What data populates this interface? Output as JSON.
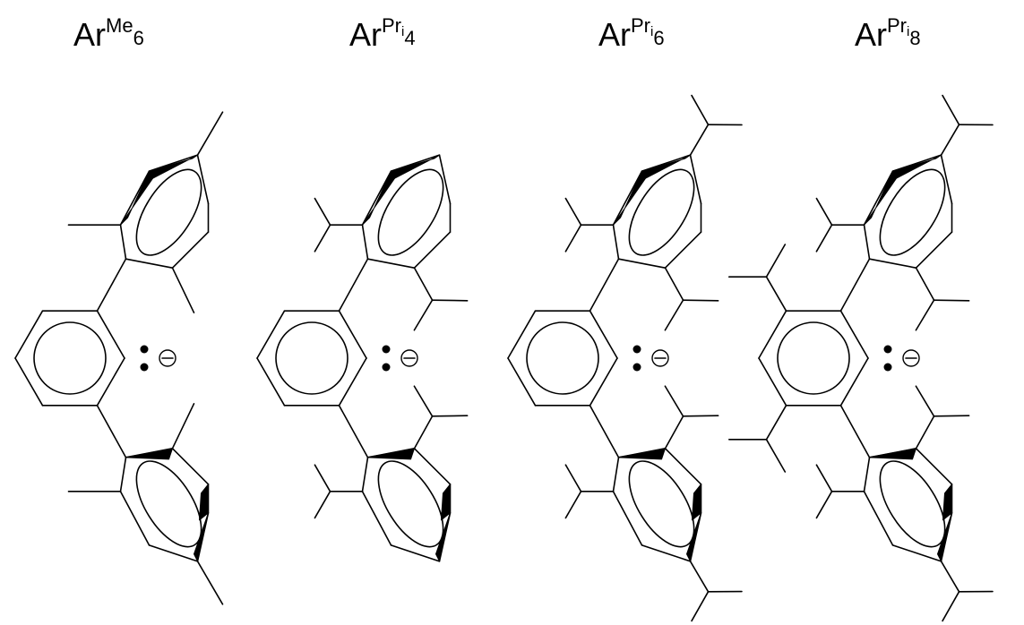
{
  "molecules": [
    {
      "name": "ArMe6",
      "base": "Ar",
      "sup": "Me",
      "sup2": "",
      "sub": "6",
      "substituent": "methyl",
      "flank_substituent": false
    },
    {
      "name": "ArPri4",
      "base": "Ar",
      "sup": "Pr",
      "sup2": "i",
      "sub": "4",
      "substituent": "isopropyl",
      "flank_para": false,
      "flank_substituent": false
    },
    {
      "name": "ArPri6",
      "base": "Ar",
      "sup": "Pr",
      "sup2": "i",
      "sub": "6",
      "substituent": "isopropyl",
      "flank_para": true,
      "flank_substituent": false
    },
    {
      "name": "ArPri8",
      "base": "Ar",
      "sup": "Pr",
      "sup2": "i",
      "sub": "8",
      "substituent": "isopropyl",
      "flank_para": true,
      "flank_substituent": true
    }
  ],
  "charge_symbol": "⊖"
}
